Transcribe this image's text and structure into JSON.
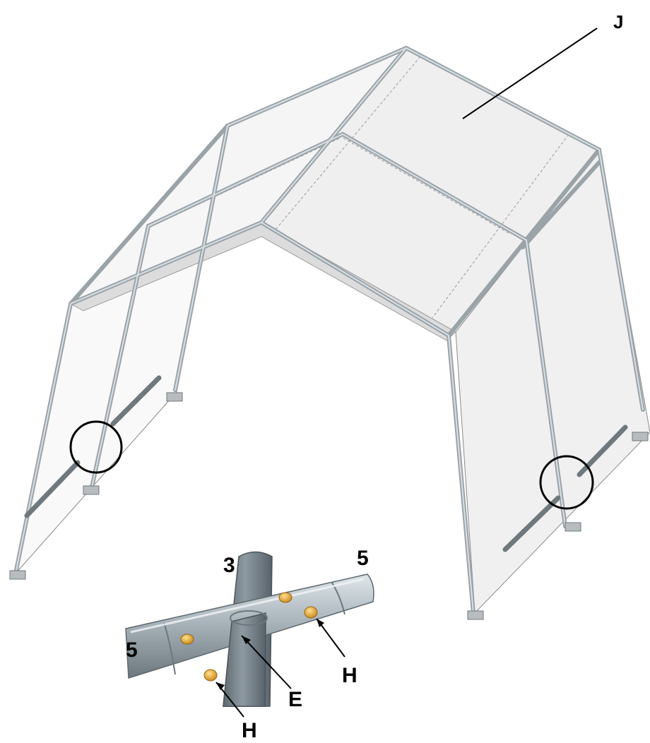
{
  "labels": {
    "cover": "J",
    "upright": "3",
    "rail_left": "5",
    "rail_right": "5",
    "connector": "E",
    "bolt_right": "H",
    "bolt_bottom": "H"
  },
  "colors": {
    "frame": "#9aa3a8",
    "frame_dark": "#6f787d",
    "cover": "#f1f1f1",
    "outline": "#7d7d7d",
    "bolt": "#e5a83a",
    "pipe": "#9da8af"
  }
}
